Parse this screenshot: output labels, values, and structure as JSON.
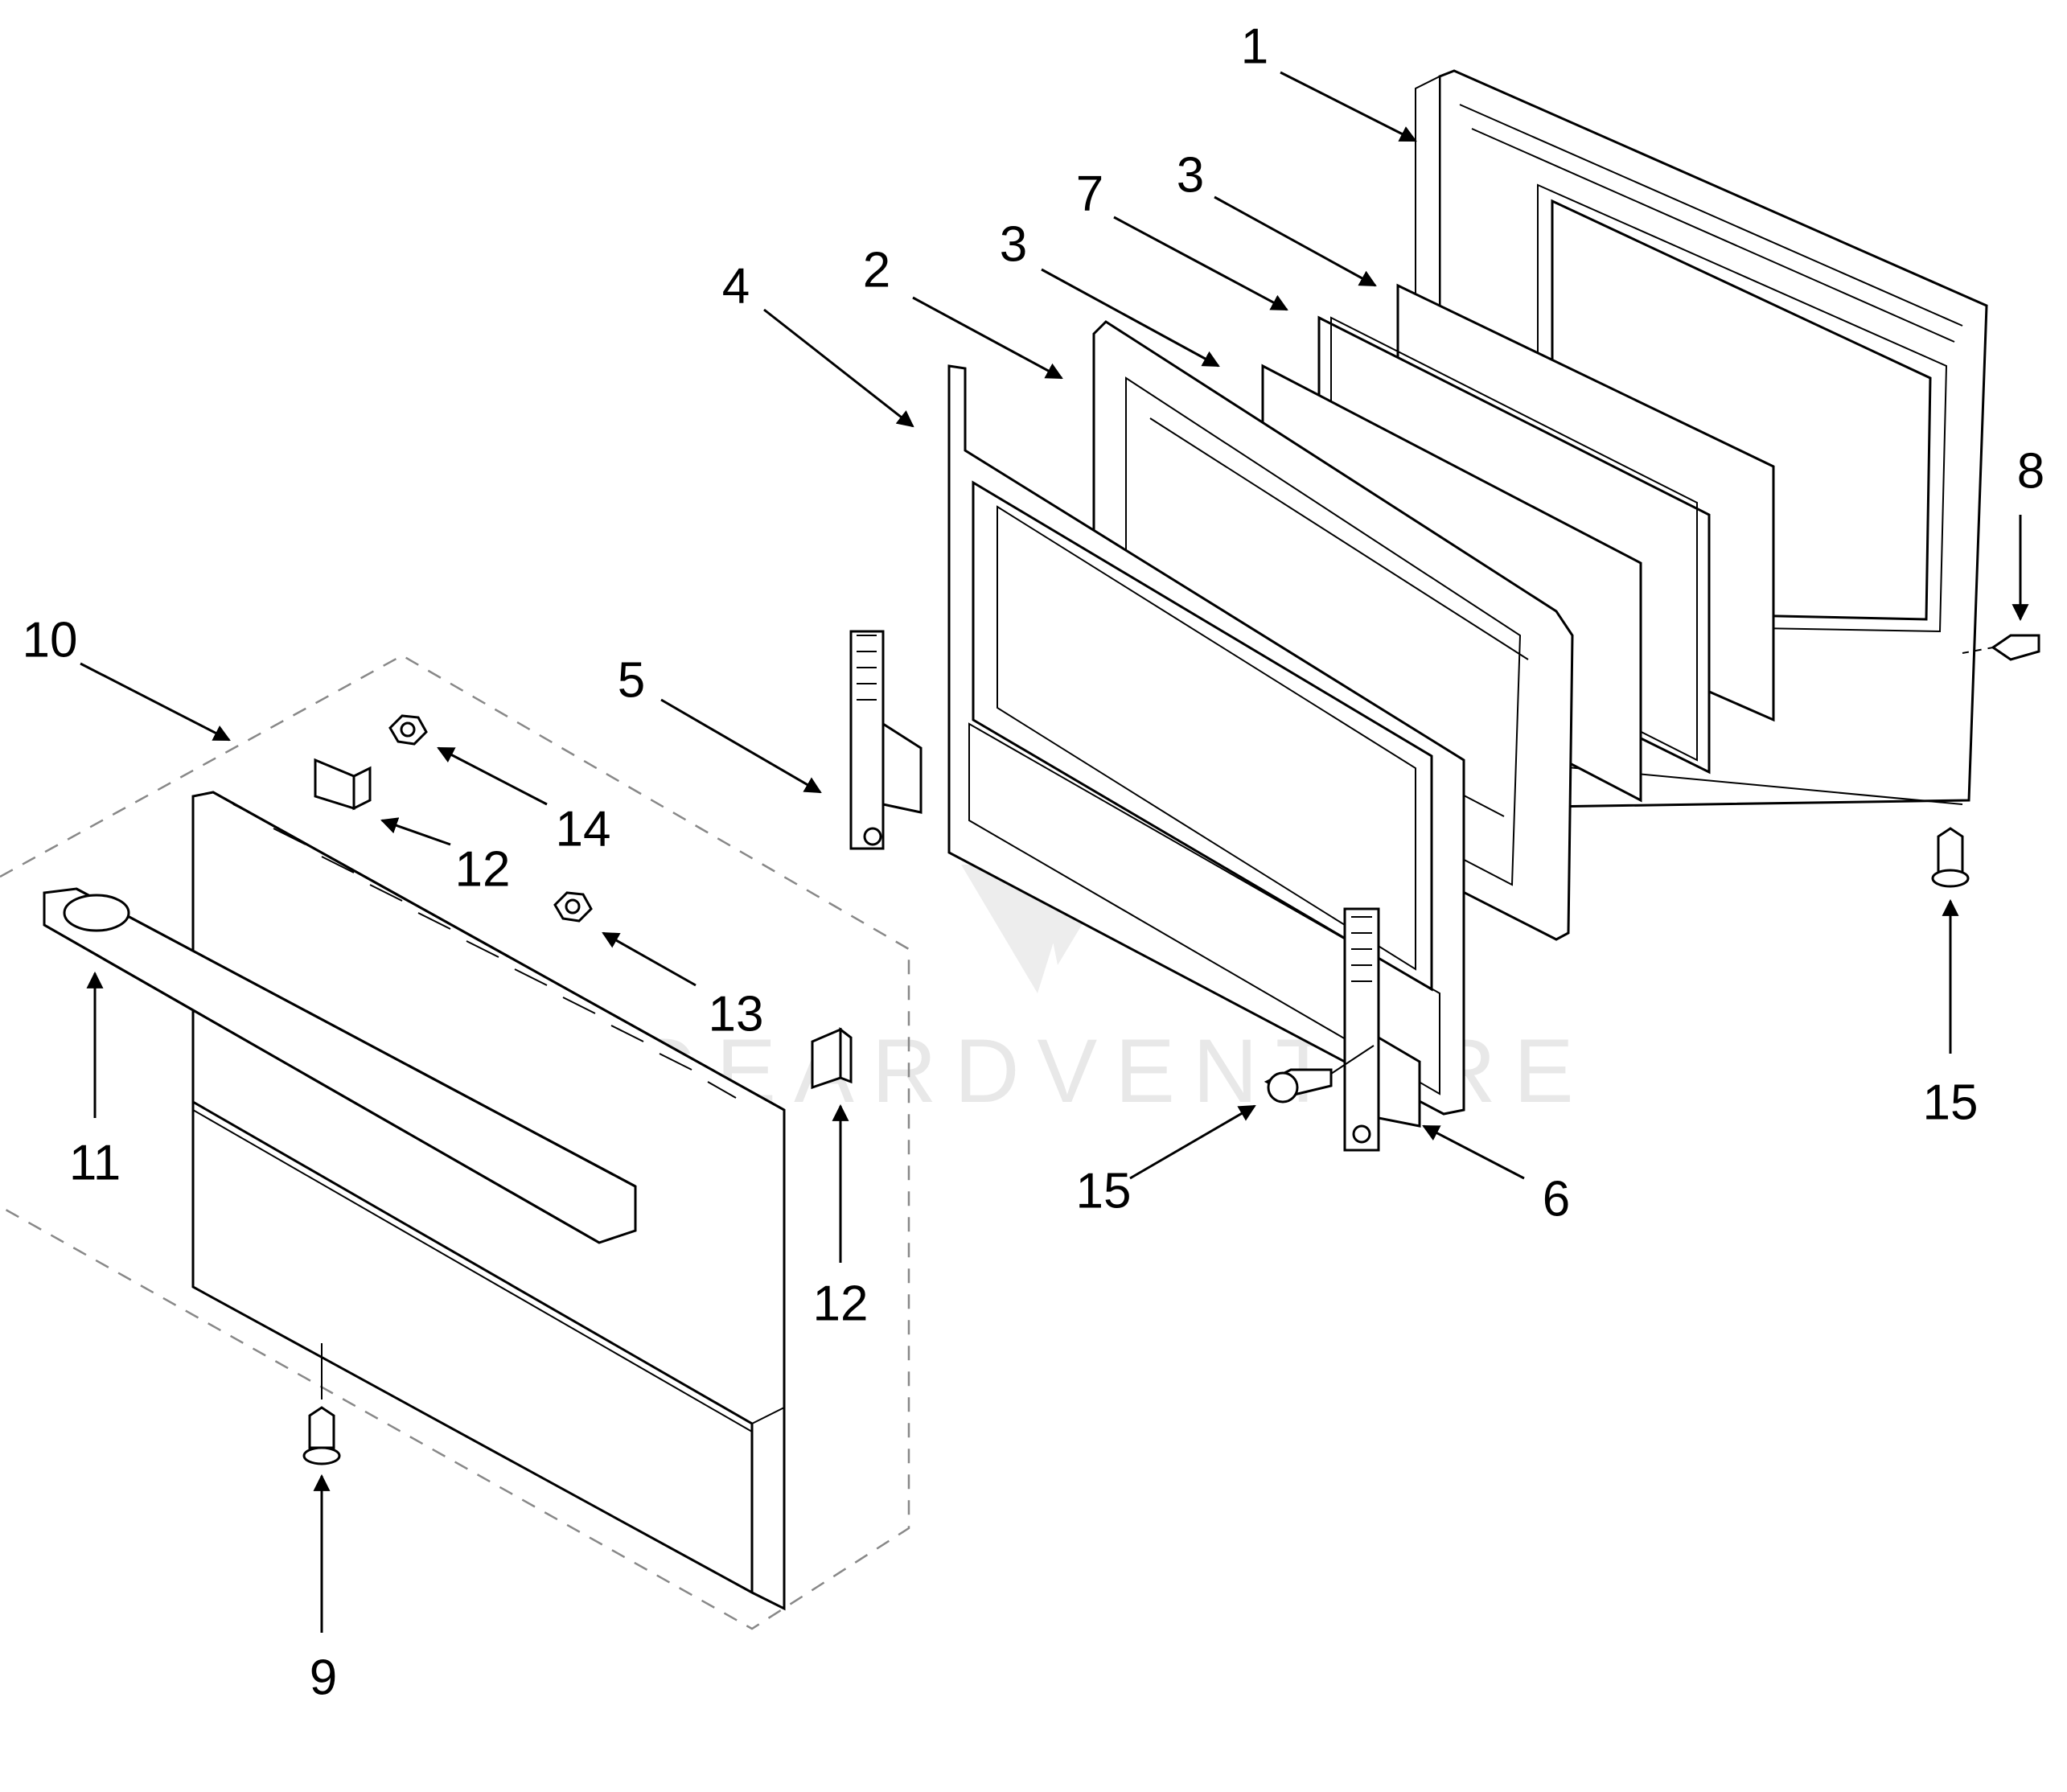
{
  "callouts": [
    {
      "id": "c1",
      "label": "1"
    },
    {
      "id": "c2",
      "label": "2"
    },
    {
      "id": "c3a",
      "label": "3"
    },
    {
      "id": "c3b",
      "label": "3"
    },
    {
      "id": "c4",
      "label": "4"
    },
    {
      "id": "c5",
      "label": "5"
    },
    {
      "id": "c6",
      "label": "6"
    },
    {
      "id": "c7",
      "label": "7"
    },
    {
      "id": "c8",
      "label": "8"
    },
    {
      "id": "c9",
      "label": "9"
    },
    {
      "id": "c10",
      "label": "10"
    },
    {
      "id": "c11",
      "label": "11"
    },
    {
      "id": "c12a",
      "label": "12"
    },
    {
      "id": "c12b",
      "label": "12"
    },
    {
      "id": "c13",
      "label": "13"
    },
    {
      "id": "c14",
      "label": "14"
    },
    {
      "id": "c15a",
      "label": "15"
    },
    {
      "id": "c15b",
      "label": "15"
    }
  ],
  "watermark": {
    "text": "GEARDVENTURE"
  }
}
